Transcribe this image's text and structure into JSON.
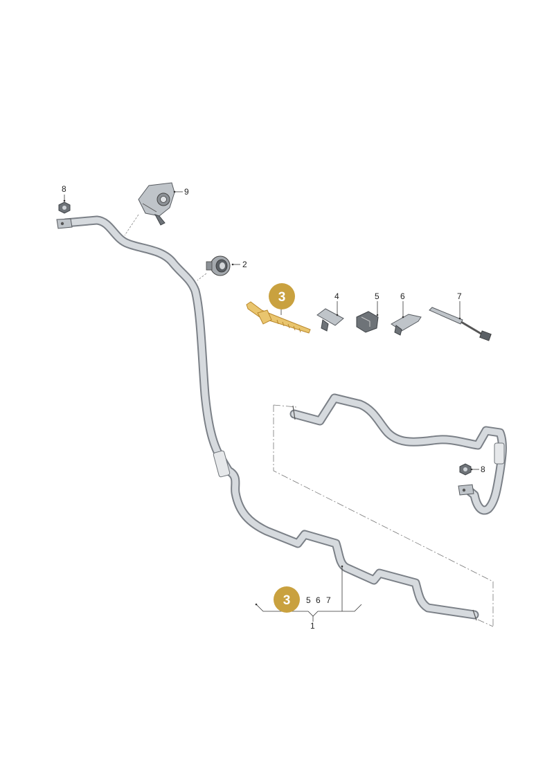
{
  "colors": {
    "badge": "#c9a13f",
    "highlight_part": "#e9c56e",
    "cable_outline": "#7b8087",
    "cable_fill": "#d6dade"
  },
  "callouts": {
    "item_8_top": "8",
    "item_9": "9",
    "item_2": "2",
    "item_3_badge": "3",
    "item_4": "4",
    "item_5": "5",
    "item_6": "6",
    "item_7": "7",
    "item_8_right": "8",
    "bottom_badge": "3",
    "bottom_5": "5",
    "bottom_6": "6",
    "bottom_7": "7",
    "bottom_1": "1"
  }
}
